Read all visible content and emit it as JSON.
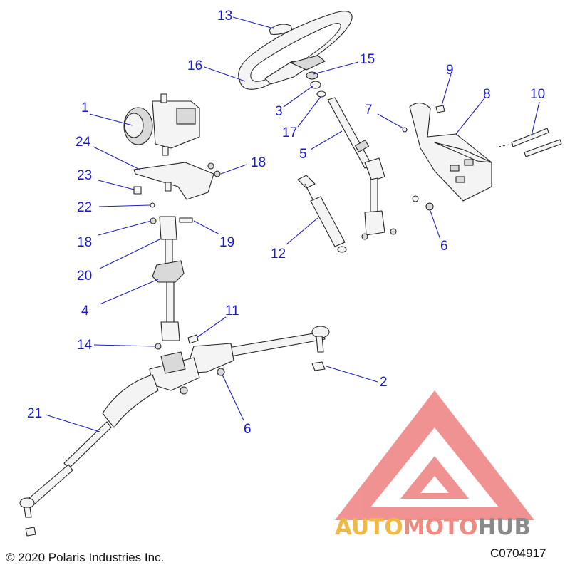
{
  "callouts": {
    "c1": "1",
    "c2": "2",
    "c3": "3",
    "c4": "4",
    "c5": "5",
    "c6a": "6",
    "c6b": "6",
    "c7": "7",
    "c8": "8",
    "c9": "9",
    "c10": "10",
    "c11": "11",
    "c12": "12",
    "c13": "13",
    "c14": "14",
    "c15": "15",
    "c16": "16",
    "c17": "17",
    "c18a": "18",
    "c18b": "18",
    "c19": "19",
    "c20": "20",
    "c21": "21",
    "c22": "22",
    "c23": "23",
    "c24": "24"
  },
  "footer": {
    "copyright": "© 2020 Polaris Industries Inc.",
    "drawing_code": "C0704917"
  },
  "watermark": {
    "part1": "AUTO",
    "part2": "MOTO",
    "part3": "HUB",
    "color_auto": "#f2b845",
    "color_moto": "#ef8a80",
    "color_hub": "#8a8a8a",
    "logo_color": "#ef8080"
  },
  "colors": {
    "callout": "#1a1acc",
    "leader": "#1f1fbf",
    "line_art": "#222222"
  }
}
